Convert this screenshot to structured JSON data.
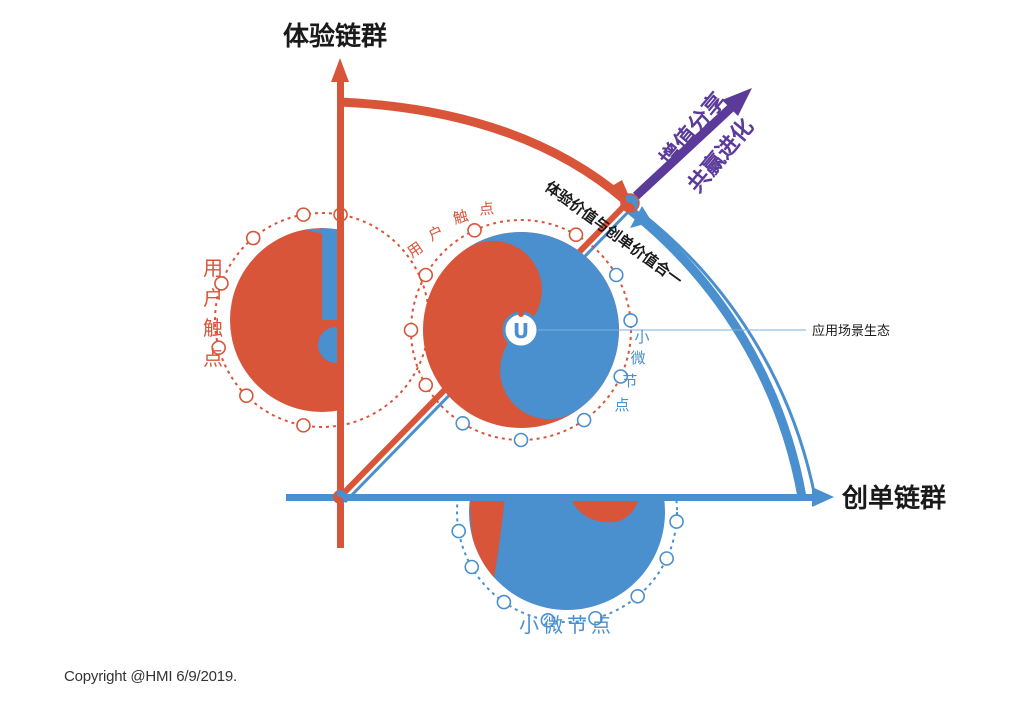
{
  "labels": {
    "experience_chain": "体验链群",
    "creation_chain": "创单链群",
    "value_share": "增值分享",
    "win_win": "共赢进化",
    "value_unity": "体验价值与创单价值合一",
    "ecosystem": "应用场景生态",
    "user_touch_vertical": [
      "用",
      "户",
      "触",
      "点"
    ],
    "user_touch_arc": [
      "用",
      "户",
      "触",
      "点"
    ],
    "micro_node_vertical": [
      "小",
      "微",
      "节",
      "点"
    ],
    "micro_node_horizontal": "小微节点",
    "center_icon_letter": "U"
  },
  "copyright": "Copyright @HMI  6/9/2019.",
  "colors": {
    "orange": "#D9553A",
    "blue": "#4A8FCE",
    "purple": "#5B3A99",
    "text_dark": "#1a1a1a"
  }
}
